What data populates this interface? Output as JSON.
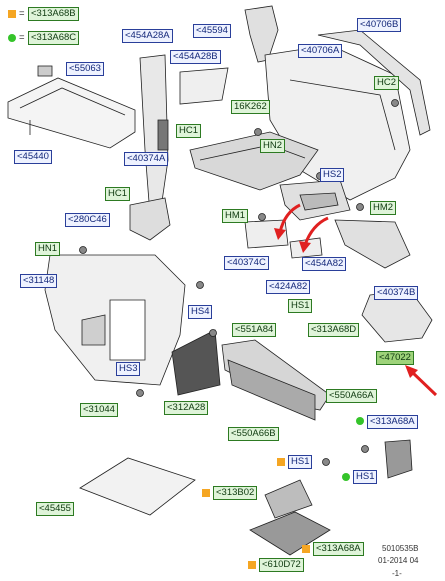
{
  "legend": [
    {
      "marker": "orange-square",
      "color": "#f5a623",
      "code": "<313A68B"
    },
    {
      "marker": "green-dot",
      "color": "#35c42a",
      "code": "<313A68C"
    }
  ],
  "labels": {
    "p55063": "<55063",
    "p45440": "<45440",
    "p454A28A": "<454A28A",
    "p454A28B": "<454A28B",
    "p45594": "<45594",
    "p40706B": "<40706B",
    "p40706A": "<40706A",
    "hc2": "HC2",
    "p16K262": "16K262",
    "hc1a": "HC1",
    "p40374A": "<40374A",
    "hn2": "HN2",
    "hs2": "HS2",
    "hc1b": "HC1",
    "p280C46": "<280C46",
    "hm1": "HM1",
    "hm2": "HM2",
    "hn1": "HN1",
    "p40374C": "<40374C",
    "p454A82": "<454A82",
    "p31148": "<31148",
    "p424A82": "<424A82",
    "p40374B": "<40374B",
    "hs1a": "HS1",
    "hs4": "HS4",
    "p313A68D": "<313A68D",
    "p551A84": "<551A84",
    "p47022": "<47022",
    "hs3": "HS3",
    "p550A66A": "<550A66A",
    "p31044": "<31044",
    "p312A28": "<312A28",
    "p550A66B": "<550A66B",
    "p313A68A_r": "<313A68A",
    "hs1b": "HS1",
    "hs1c": "HS1",
    "p45455": "<45455",
    "p313B02": "<313B02",
    "p313A68A_b": "<313A68A",
    "p610D72": "<610D72"
  },
  "footer": {
    "ref": "5010535B",
    "date": "01-2014 04",
    "page": "-1-"
  },
  "colors": {
    "label_fill": "#eef2ff",
    "label_border": "#2a3f9a",
    "green_label": "#dff4d9",
    "highlight": "#9ed37a",
    "arrow": "#e02020"
  }
}
